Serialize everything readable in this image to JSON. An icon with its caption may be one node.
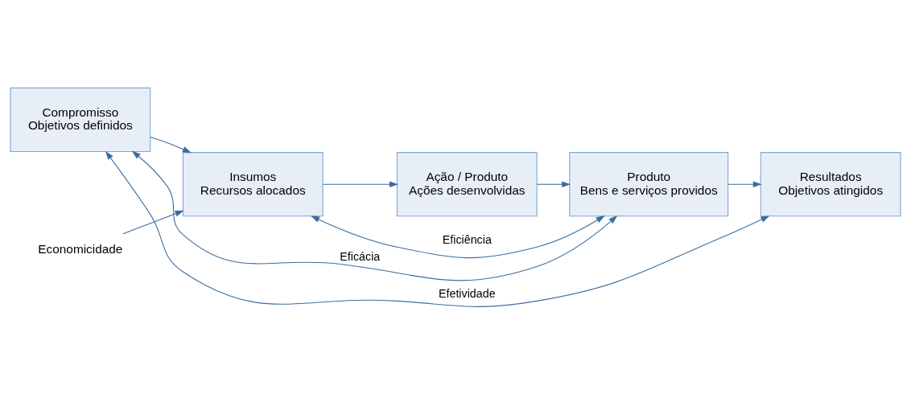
{
  "diagram": {
    "nodes": [
      {
        "text": [
          "Compromisso",
          "Objetivos definidos"
        ]
      },
      {
        "text": [
          "Insumos",
          "Recursos alocados"
        ]
      },
      {
        "text": [
          "Ação / Produto",
          "Ações desenvolvidas"
        ]
      },
      {
        "text": [
          "Produto",
          "Bens e serviços providos"
        ]
      },
      {
        "text": [
          "Resultados",
          "Objetivos atingidos"
        ]
      },
      {
        "text": [
          "Economicidade"
        ]
      }
    ],
    "edges": [
      {
        "from": 0,
        "to": 1,
        "arrow": "to"
      },
      {
        "from": 1,
        "to": 2,
        "arrow": "to"
      },
      {
        "from": 2,
        "to": 3,
        "arrow": "to"
      },
      {
        "from": 3,
        "to": 4,
        "arrow": "to"
      },
      {
        "from": 5,
        "to": 1,
        "arrow": "to"
      },
      {
        "from": 0,
        "to": 4,
        "arrow": "both",
        "label": "Efetividade"
      },
      {
        "from": 1,
        "to": 3,
        "arrow": "both",
        "label": "Eficiência"
      },
      {
        "from": 0,
        "to": 3,
        "arrow": "both",
        "label": "Eficácia"
      }
    ]
  }
}
